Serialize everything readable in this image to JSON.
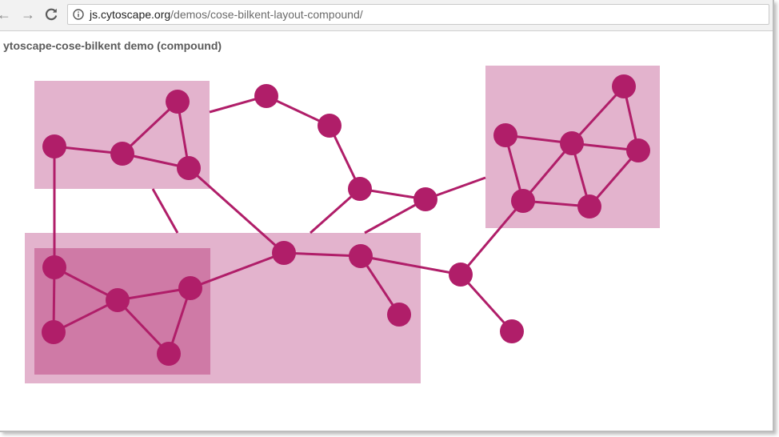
{
  "browser": {
    "url_host": "js.cytoscape.org",
    "url_path": "/demos/cose-bilkent-layout-compound/"
  },
  "page": {
    "title": "ytoscape-cose-bilkent demo (compound)"
  },
  "colors": {
    "node": "#b01e69",
    "edge": "#b01e69",
    "compound": "#e3b3cd",
    "compound_nested": "#cf7aa6"
  }
}
